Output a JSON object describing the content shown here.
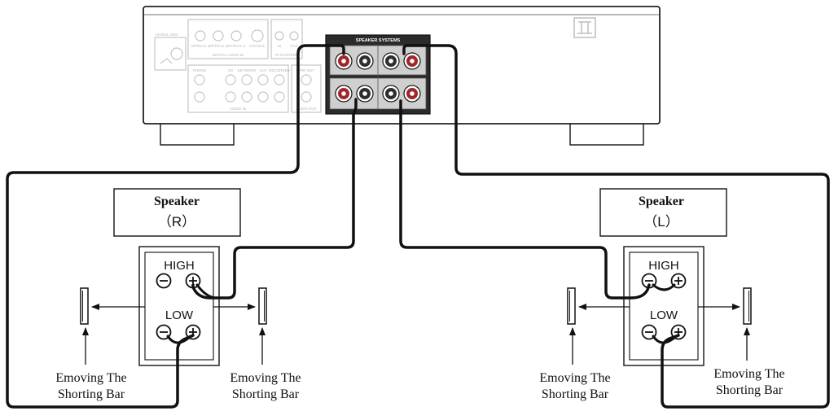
{
  "amplifier": {
    "speaker_systems_label": "SPEAKER SYSTEMS",
    "signal_gnd_label": "SIGNAL GND",
    "digital_audio_in_label": "DIGITAL AUDIO IN",
    "digital_inputs": [
      "OPTICAL 1",
      "OPTICAL 2",
      "OPTICAL 3",
      "COAXIAL"
    ],
    "ir_control_label": "IR CONTROL",
    "ir_inputs": [
      "IN",
      "OUT"
    ],
    "audio_in_label": "AUDIO IN",
    "audio_inputs": [
      "PHONO",
      "CD",
      "NETWORK",
      "AUX",
      "RECORDER"
    ],
    "audio_out_label": "AUDIO OUT",
    "audio_out_inputs": [
      "PRE OUT"
    ]
  },
  "speakers": [
    {
      "title": "Speaker",
      "channel": "（R）",
      "high_label": "HIGH",
      "low_label": "LOW",
      "minus_symbol": "⊖",
      "plus_symbol": "⊕",
      "left_note_line1": "Emoving The",
      "left_note_line2": "Shorting Bar",
      "right_note_line1": "Emoving The",
      "right_note_line2": "Shorting Bar"
    },
    {
      "title": "Speaker",
      "channel": "（L）",
      "high_label": "HIGH",
      "low_label": "LOW",
      "minus_symbol": "⊖",
      "plus_symbol": "⊕",
      "left_note_line1": "Emoving The",
      "left_note_line2": "Shorting Bar",
      "right_note_line1": "Emoving The",
      "right_note_line2": "Shorting Bar"
    }
  ]
}
